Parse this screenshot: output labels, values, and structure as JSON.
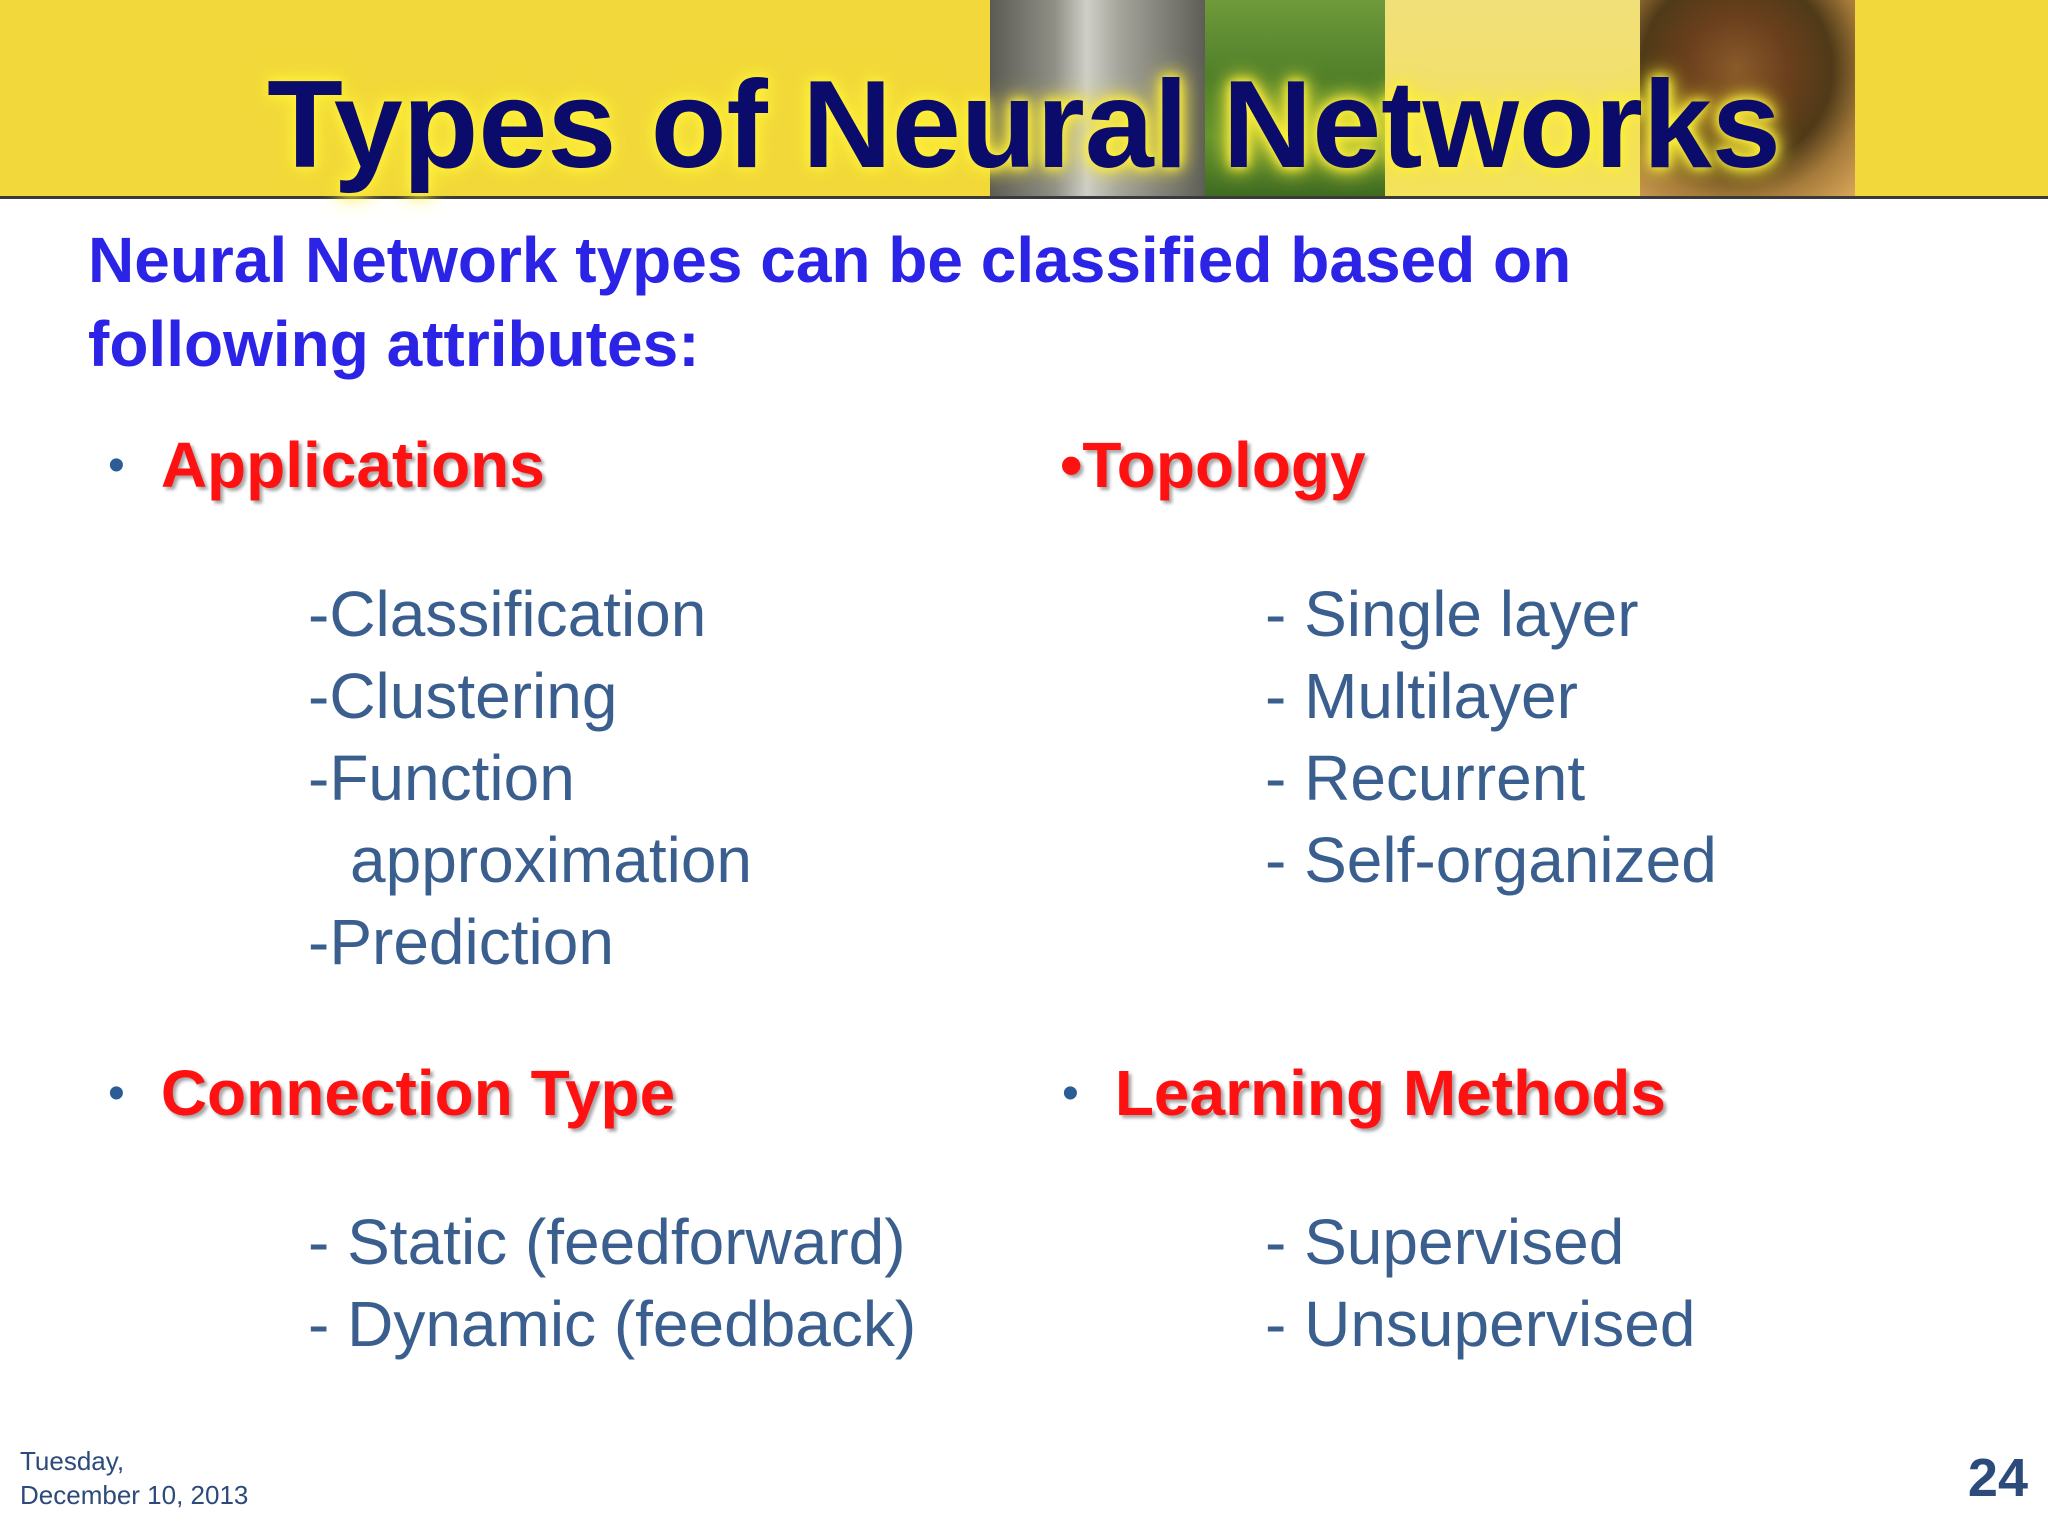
{
  "slide": {
    "title": "Types of Neural Networks",
    "intro": "Neural Network types can be classified based on following attributes:",
    "sections": {
      "applications": {
        "heading": "Applications",
        "items": [
          "-Classification",
          "-Clustering",
          "-Function",
          "approximation",
          "-Prediction"
        ]
      },
      "topology": {
        "heading": "Topology",
        "items": [
          "- Single layer",
          "- Multilayer",
          "- Recurrent",
          "- Self-organized"
        ]
      },
      "connection_type": {
        "heading": "Connection Type",
        "items": [
          "- Static (feedforward)",
          "- Dynamic (feedback)"
        ]
      },
      "learning_methods": {
        "heading": "Learning Methods",
        "items": [
          "- Supervised",
          "- Unsupervised"
        ]
      }
    },
    "bullet": "•",
    "footer": {
      "date_line1": "Tuesday,",
      "date_line2": "December 10, 2013",
      "page_number": "24"
    },
    "colors": {
      "banner": "#f2d83a",
      "title": "#0b0b6b",
      "intro": "#2b23e6",
      "heading": "#ff1111",
      "items": "#3a5f8e"
    }
  }
}
